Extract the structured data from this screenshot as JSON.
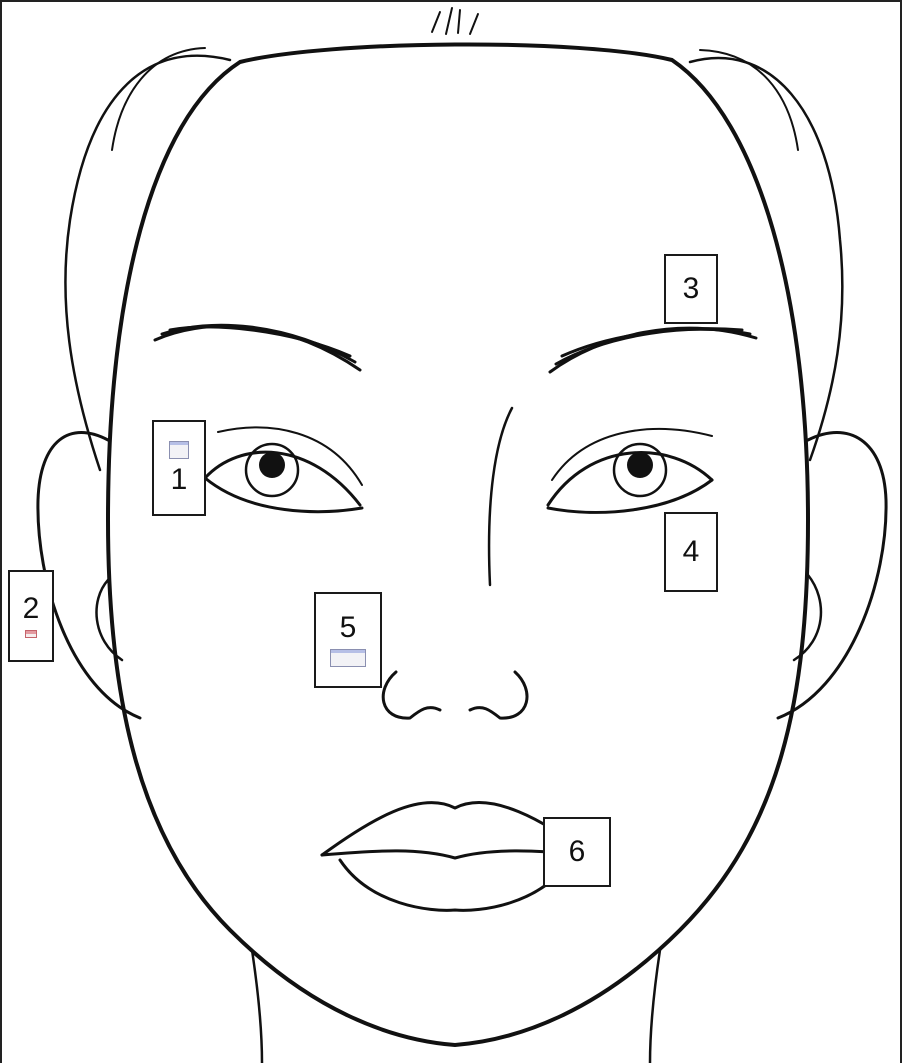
{
  "labels": [
    {
      "id": "1",
      "text": "1",
      "feature": "right-eye-marker"
    },
    {
      "id": "2",
      "text": "2",
      "feature": "ear-marker"
    },
    {
      "id": "3",
      "text": "3",
      "feature": "eyebrow-marker"
    },
    {
      "id": "4",
      "text": "4",
      "feature": "under-eye-marker"
    },
    {
      "id": "5",
      "text": "5",
      "feature": "nose-marker"
    },
    {
      "id": "6",
      "text": "6",
      "feature": "lips-marker"
    }
  ],
  "colors": {
    "line": "#111111",
    "box_border": "#1a1a1a",
    "background": "#ffffff",
    "icon_blue": "#b6bfe6",
    "icon_red": "#e39aa0"
  }
}
